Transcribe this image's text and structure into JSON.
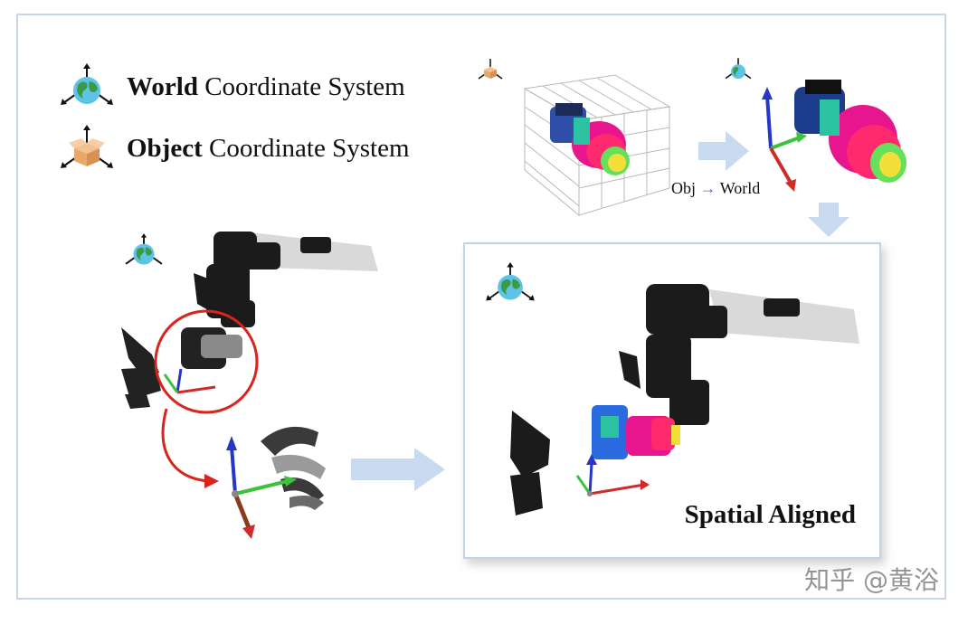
{
  "legend": {
    "world_bold": "World",
    "world_rest": " Coordinate System",
    "object_bold": "Object",
    "object_rest": " Coordinate System"
  },
  "transform": {
    "from": "Obj",
    "arrow": "→",
    "to": "World"
  },
  "panel": {
    "label": "Spatial Aligned"
  },
  "watermark": "知乎 @黄浴",
  "icons": [
    "globe-axes-icon",
    "box-axes-icon"
  ],
  "colors": {
    "frame": "#c9d6e8",
    "arrow_fill": "#c8daef",
    "highlight_circle": "#d9241d",
    "axis_x": "#d12a2a",
    "axis_y": "#3cc23c",
    "axis_z": "#2636c8"
  }
}
